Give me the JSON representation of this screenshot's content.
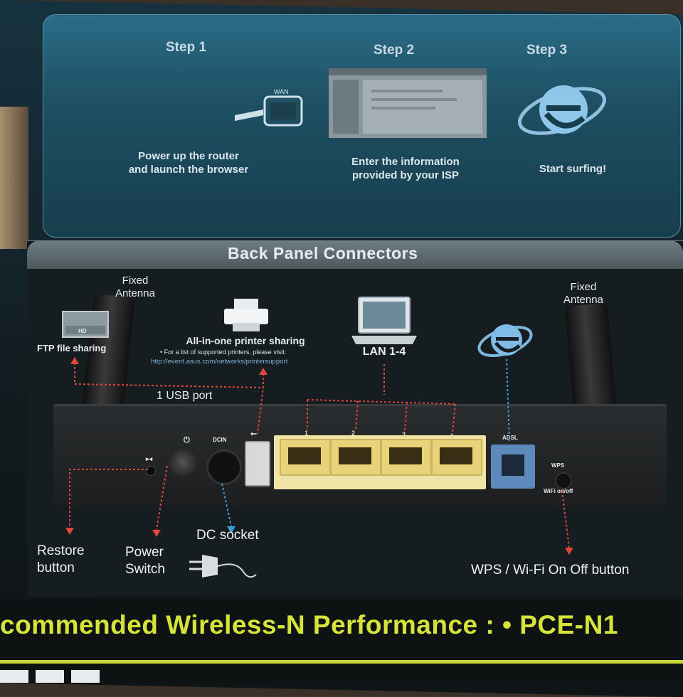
{
  "steps": [
    {
      "title": "Step 1",
      "text": "Power up the router\nand launch the browser",
      "icon": "wan-plug-icon"
    },
    {
      "title": "Step 2",
      "text": "Enter the information\nprovided by your ISP",
      "icon": "browser-window-icon"
    },
    {
      "title": "Step 3",
      "text": "Start surfing!",
      "icon": "ie-browser-icon"
    }
  ],
  "wan_label": "WAN",
  "back_panel": {
    "title": "Back Panel Connectors",
    "fixed_antenna_left": "Fixed\nAntenna",
    "fixed_antenna_right": "Fixed\nAntenna",
    "ftp_label": "FTP file sharing",
    "hd_label": "HD",
    "printer_label": "All-in-one printer sharing",
    "printer_note": "• For a list of supported printers, please visit:",
    "printer_url": "http://event.asus.com/networks/printersupport",
    "lan_label": "LAN 1-4",
    "usb_label": "1 USB port",
    "restore_label": "Restore\nbutton",
    "power_label": "Power\nSwitch",
    "dc_label": "DC socket",
    "wps_label": "WPS / Wi-Fi On Off  button",
    "port_numbers": [
      "1",
      "2",
      "3",
      "4"
    ],
    "dcin_label": "DCIN",
    "adsl_label": "ADSL",
    "wps_small": "WPS",
    "wifi_small": "WiFi on/off"
  },
  "tagline": "commended Wireless-N Performance :  •  PCE-N1",
  "colors": {
    "tagline": "#d6e43a",
    "arrow_red": "#e0443a",
    "arrow_blue": "#3aa0d8",
    "lan_port": "#e8d27a",
    "adsl_port": "#5d89bd"
  }
}
